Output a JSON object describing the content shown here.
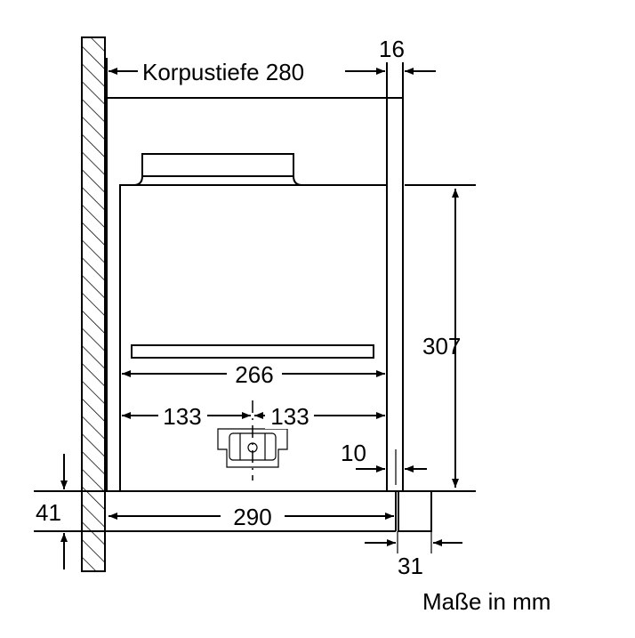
{
  "dimensions": {
    "korpustiefe": "Korpustiefe 280",
    "panel_thickness": "16",
    "height": "307",
    "inner_width": "266",
    "half_left": "133",
    "half_right": "133",
    "gap": "10",
    "bottom_height": "41",
    "bottom_depth": "290",
    "front_depth": "31"
  },
  "units_note": "Maße in mm",
  "colors": {
    "line": "#000000",
    "background": "#ffffff"
  }
}
